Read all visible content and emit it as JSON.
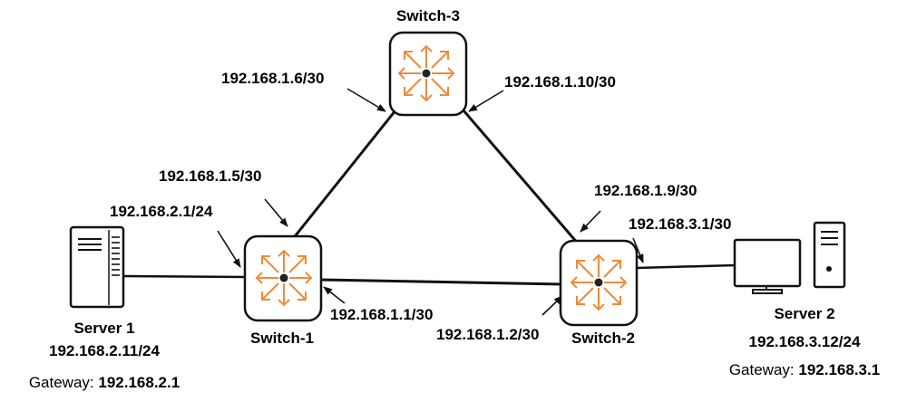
{
  "switches": {
    "switch1": {
      "name": "Switch-1"
    },
    "switch2": {
      "name": "Switch-2"
    },
    "switch3": {
      "name": "Switch-3"
    }
  },
  "interfaces": {
    "s3_to_s1": "192.168.1.6/30",
    "s3_to_s2": "192.168.1.10/30",
    "s1_to_s3": "192.168.1.5/30",
    "s1_to_server1": "192.168.2.1/24",
    "s1_to_s2": "192.168.1.1/30",
    "s2_to_s3": "192.168.1.9/30",
    "s2_to_server2": "192.168.3.1/30",
    "s2_to_s1": "192.168.1.2/30"
  },
  "servers": {
    "server1": {
      "name": "Server 1",
      "ip": "192.168.2.11/24",
      "gateway_label": "Gateway:",
      "gateway": "192.168.2.1"
    },
    "server2": {
      "name": "Server 2",
      "ip": "192.168.3.12/24",
      "gateway_label": "Gateway:",
      "gateway": "192.168.3.1"
    }
  },
  "colors": {
    "switch_icon": "#f08a3c",
    "line": "#111111"
  },
  "icons": {
    "switch": "switch-arrows-icon",
    "server1": "server-tower-icon",
    "server2": "desktop-computer-icon"
  }
}
